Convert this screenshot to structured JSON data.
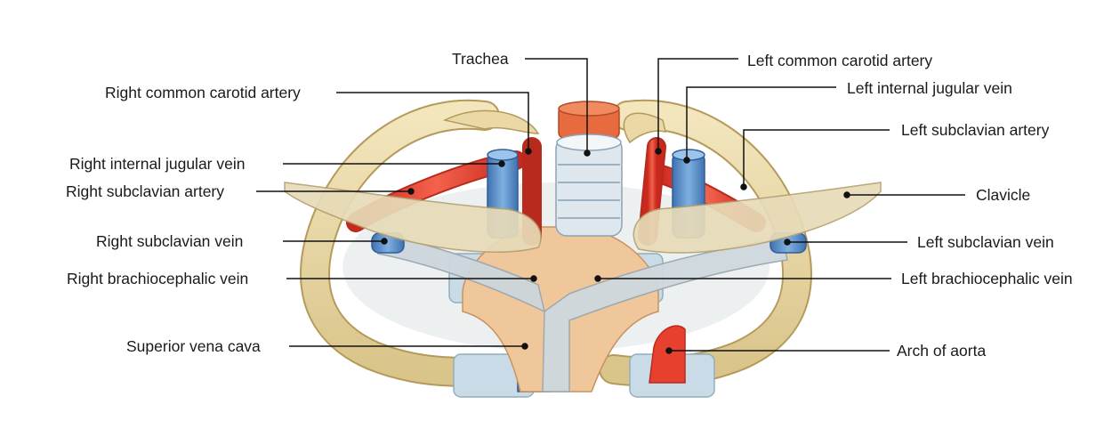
{
  "labels": {
    "trachea": "Trachea",
    "right_common_carotid_artery": "Right common carotid artery",
    "right_internal_jugular_vein": "Right internal jugular vein",
    "right_subclavian_artery": "Right subclavian artery",
    "right_subclavian_vein": "Right subclavian vein",
    "right_brachiocephalic_vein": "Right brachiocephalic vein",
    "superior_vena_cava": "Superior vena cava",
    "left_common_carotid_artery": "Left common carotid artery",
    "left_internal_jugular_vein": "Left internal jugular vein",
    "left_subclavian_artery": "Left subclavian artery",
    "clavicle": "Clavicle",
    "left_subclavian_vein": "Left subclavian vein",
    "left_brachiocephalic_vein": "Left brachiocephalic vein",
    "arch_of_aorta": "Arch of aorta"
  },
  "colors": {
    "bone": "#e8d9a8",
    "bone_outline": "#b59a5a",
    "artery": "#e8402f",
    "vein": "#5b8fcb",
    "cartilage": "#bcd2de",
    "trachea_top": "#e86a3f",
    "trachea_ring": "#dfe7ee",
    "manubrium": "#f0c79a",
    "leader_line": "#111111"
  }
}
